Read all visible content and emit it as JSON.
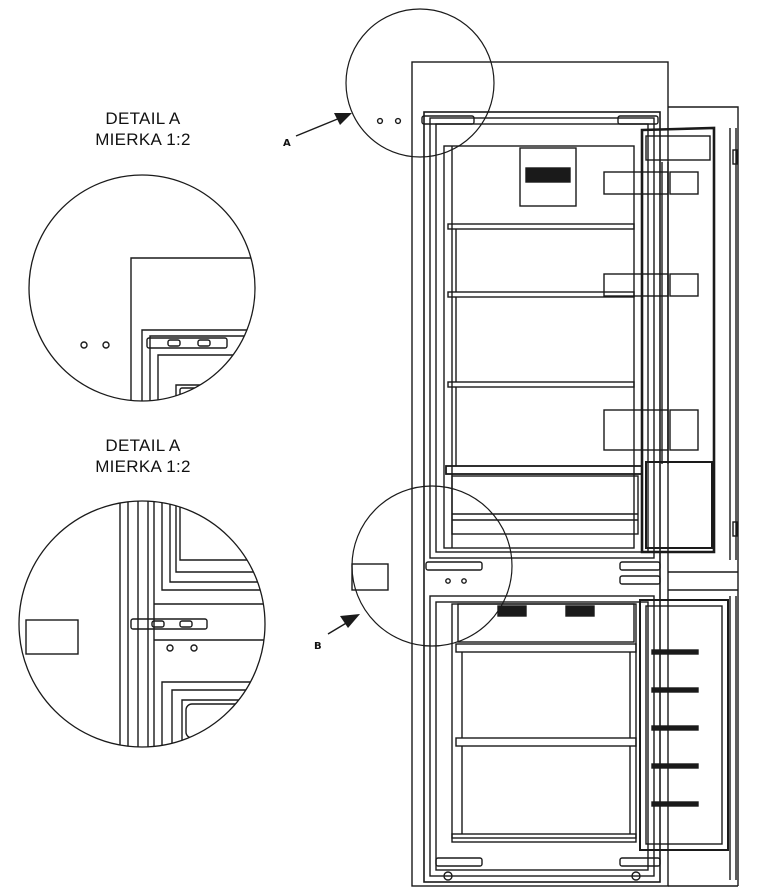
{
  "details": [
    {
      "title": "DETAIL A",
      "scale": "MIERKA  1:2"
    },
    {
      "title": "DETAIL A",
      "scale": "MIERKA  1:2"
    }
  ],
  "markers": {
    "top": "A",
    "bottom": "B"
  },
  "colors": {
    "line": "#1a1a1a",
    "background": "#ffffff"
  }
}
